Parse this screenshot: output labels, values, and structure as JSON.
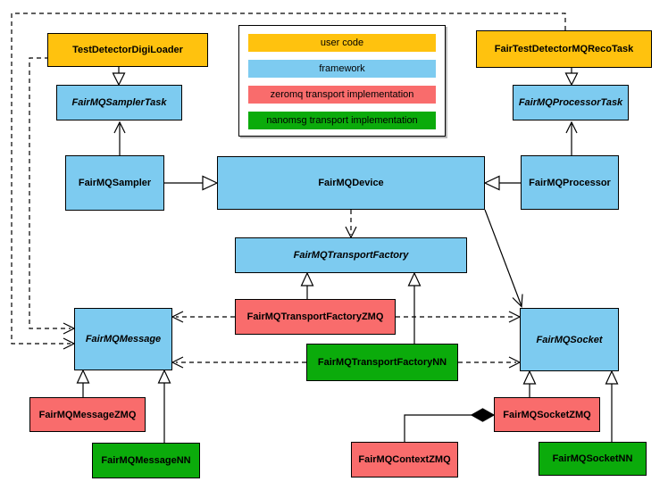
{
  "colors": {
    "user_code": "#FFC20E",
    "framework": "#7DCBF0",
    "zeromq": "#F96C6C",
    "nanomsg": "#0BAB0B",
    "line": "#000000",
    "background": "#FFFFFF"
  },
  "legend": {
    "items": [
      {
        "label": "user code",
        "category": "user_code"
      },
      {
        "label": "framework",
        "category": "framework"
      },
      {
        "label": "zeromq transport implementation",
        "category": "zeromq"
      },
      {
        "label": "nanomsg transport implementation",
        "category": "nanomsg"
      }
    ]
  },
  "nodes": {
    "test_detector_digi_loader": {
      "label": "TestDetectorDigiLoader",
      "category": "user_code",
      "abstract": false
    },
    "fair_test_detector_mq_reco_task": {
      "label": "FairTestDetectorMQRecoTask",
      "category": "user_code",
      "abstract": false
    },
    "fairmq_sampler_task": {
      "label": "FairMQSamplerTask",
      "category": "framework",
      "abstract": true
    },
    "fairmq_processor_task": {
      "label": "FairMQProcessorTask",
      "category": "framework",
      "abstract": true
    },
    "fairmq_sampler": {
      "label": "FairMQSampler",
      "category": "framework",
      "abstract": false
    },
    "fairmq_device": {
      "label": "FairMQDevice",
      "category": "framework",
      "abstract": false
    },
    "fairmq_processor": {
      "label": "FairMQProcessor",
      "category": "framework",
      "abstract": false
    },
    "fairmq_transport_factory": {
      "label": "FairMQTransportFactory",
      "category": "framework",
      "abstract": true
    },
    "fairmq_transport_factory_zmq": {
      "label": "FairMQTransportFactoryZMQ",
      "category": "zeromq",
      "abstract": false
    },
    "fairmq_transport_factory_nn": {
      "label": "FairMQTransportFactoryNN",
      "category": "nanomsg",
      "abstract": false
    },
    "fairmq_message": {
      "label": "FairMQMessage",
      "category": "framework",
      "abstract": true
    },
    "fairmq_socket": {
      "label": "FairMQSocket",
      "category": "framework",
      "abstract": true
    },
    "fairmq_message_zmq": {
      "label": "FairMQMessageZMQ",
      "category": "zeromq",
      "abstract": false
    },
    "fairmq_message_nn": {
      "label": "FairMQMessageNN",
      "category": "nanomsg",
      "abstract": false
    },
    "fairmq_context_zmq": {
      "label": "FairMQContextZMQ",
      "category": "zeromq",
      "abstract": false
    },
    "fairmq_socket_zmq": {
      "label": "FairMQSocketZMQ",
      "category": "zeromq",
      "abstract": false
    },
    "fairmq_socket_nn": {
      "label": "FairMQSocketNN",
      "category": "nanomsg",
      "abstract": false
    }
  },
  "edges": [
    {
      "from": "TestDetectorDigiLoader",
      "to": "FairMQSamplerTask",
      "type": "generalization",
      "line": "solid"
    },
    {
      "from": "FairTestDetectorMQRecoTask",
      "to": "FairMQProcessorTask",
      "type": "generalization",
      "line": "solid"
    },
    {
      "from": "FairMQSampler",
      "to": "FairMQSamplerTask",
      "type": "association",
      "line": "solid"
    },
    {
      "from": "FairMQProcessor",
      "to": "FairMQProcessorTask",
      "type": "association",
      "line": "solid"
    },
    {
      "from": "FairMQSampler",
      "to": "FairMQDevice",
      "type": "generalization",
      "line": "solid"
    },
    {
      "from": "FairMQProcessor",
      "to": "FairMQDevice",
      "type": "generalization",
      "line": "solid"
    },
    {
      "from": "FairMQDevice",
      "to": "FairMQTransportFactory",
      "type": "dependency",
      "line": "dashed"
    },
    {
      "from": "FairMQDevice",
      "to": "FairMQSocket",
      "type": "association",
      "line": "solid"
    },
    {
      "from": "FairMQTransportFactoryZMQ",
      "to": "FairMQTransportFactory",
      "type": "generalization",
      "line": "solid"
    },
    {
      "from": "FairMQTransportFactoryNN",
      "to": "FairMQTransportFactory",
      "type": "generalization",
      "line": "solid"
    },
    {
      "from": "FairMQTransportFactoryZMQ",
      "to": "FairMQMessage",
      "type": "dependency",
      "line": "dashed"
    },
    {
      "from": "FairMQTransportFactoryZMQ",
      "to": "FairMQSocket",
      "type": "dependency",
      "line": "dashed"
    },
    {
      "from": "FairMQTransportFactoryNN",
      "to": "FairMQMessage",
      "type": "dependency",
      "line": "dashed"
    },
    {
      "from": "FairMQTransportFactoryNN",
      "to": "FairMQSocket",
      "type": "dependency",
      "line": "dashed"
    },
    {
      "from": "TestDetectorDigiLoader",
      "to": "FairMQMessage",
      "type": "dependency",
      "line": "dashed"
    },
    {
      "from": "FairTestDetectorMQRecoTask",
      "to": "FairMQMessage",
      "type": "dependency",
      "line": "dashed"
    },
    {
      "from": "FairMQMessageZMQ",
      "to": "FairMQMessage",
      "type": "generalization",
      "line": "solid"
    },
    {
      "from": "FairMQMessageNN",
      "to": "FairMQMessage",
      "type": "generalization",
      "line": "solid"
    },
    {
      "from": "FairMQSocketZMQ",
      "to": "FairMQSocket",
      "type": "generalization",
      "line": "solid"
    },
    {
      "from": "FairMQSocketNN",
      "to": "FairMQSocket",
      "type": "generalization",
      "line": "solid"
    },
    {
      "from": "FairMQContextZMQ",
      "to": "FairMQSocketZMQ",
      "type": "composition",
      "line": "solid"
    }
  ]
}
